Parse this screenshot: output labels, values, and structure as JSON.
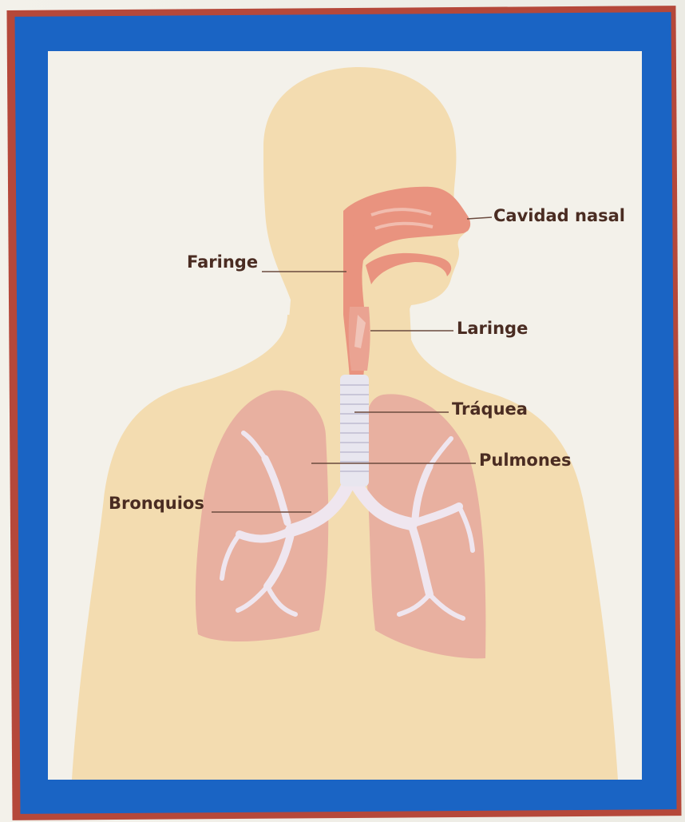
{
  "labels": {
    "nasal": "Cavidad nasal",
    "pharynx": "Faringe",
    "larynx": "Laringe",
    "trachea": "Tráquea",
    "lungs": "Pulmones",
    "bronchi": "Bronquios"
  },
  "colors": {
    "frame_red": "#b5483a",
    "frame_blue": "#1a64c4",
    "body_skin": "#f3dcb0",
    "airway_pink": "#e9937f",
    "lung_pink": "#e8b0a0",
    "bronchi_white": "#efe6ef",
    "label_text": "#4a2c22"
  }
}
